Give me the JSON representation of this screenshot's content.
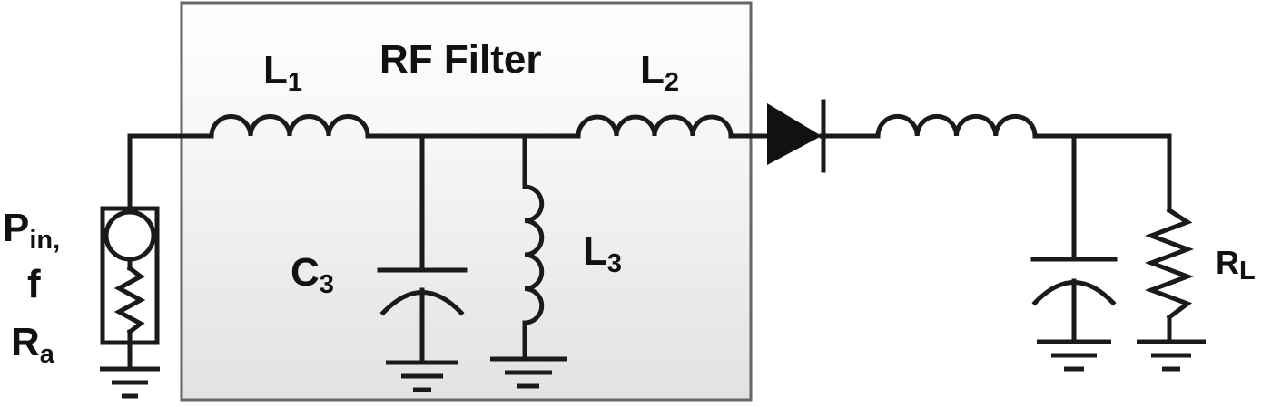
{
  "colors": {
    "line": "#1a1a1a",
    "box_border": "#666666",
    "box_fill_top": "#ffffff",
    "box_fill_bottom": "#e3e3e3"
  },
  "filter": {
    "title": "RF Filter"
  },
  "labels": {
    "L1": {
      "main": "L",
      "sub": "1"
    },
    "L2": {
      "main": "L",
      "sub": "2"
    },
    "L3": {
      "main": "L",
      "sub": "3"
    },
    "C3": {
      "main": "C",
      "sub": "3"
    },
    "RL": {
      "main": "R",
      "sub": "L"
    },
    "source": {
      "pin_main": "P",
      "pin_sub": "in,",
      "f": "f",
      "ra_main": "R",
      "ra_sub": "a"
    }
  },
  "icons": [
    "ac-source-icon",
    "inductor-icon",
    "capacitor-icon",
    "diode-icon",
    "resistor-icon",
    "ground-icon"
  ]
}
